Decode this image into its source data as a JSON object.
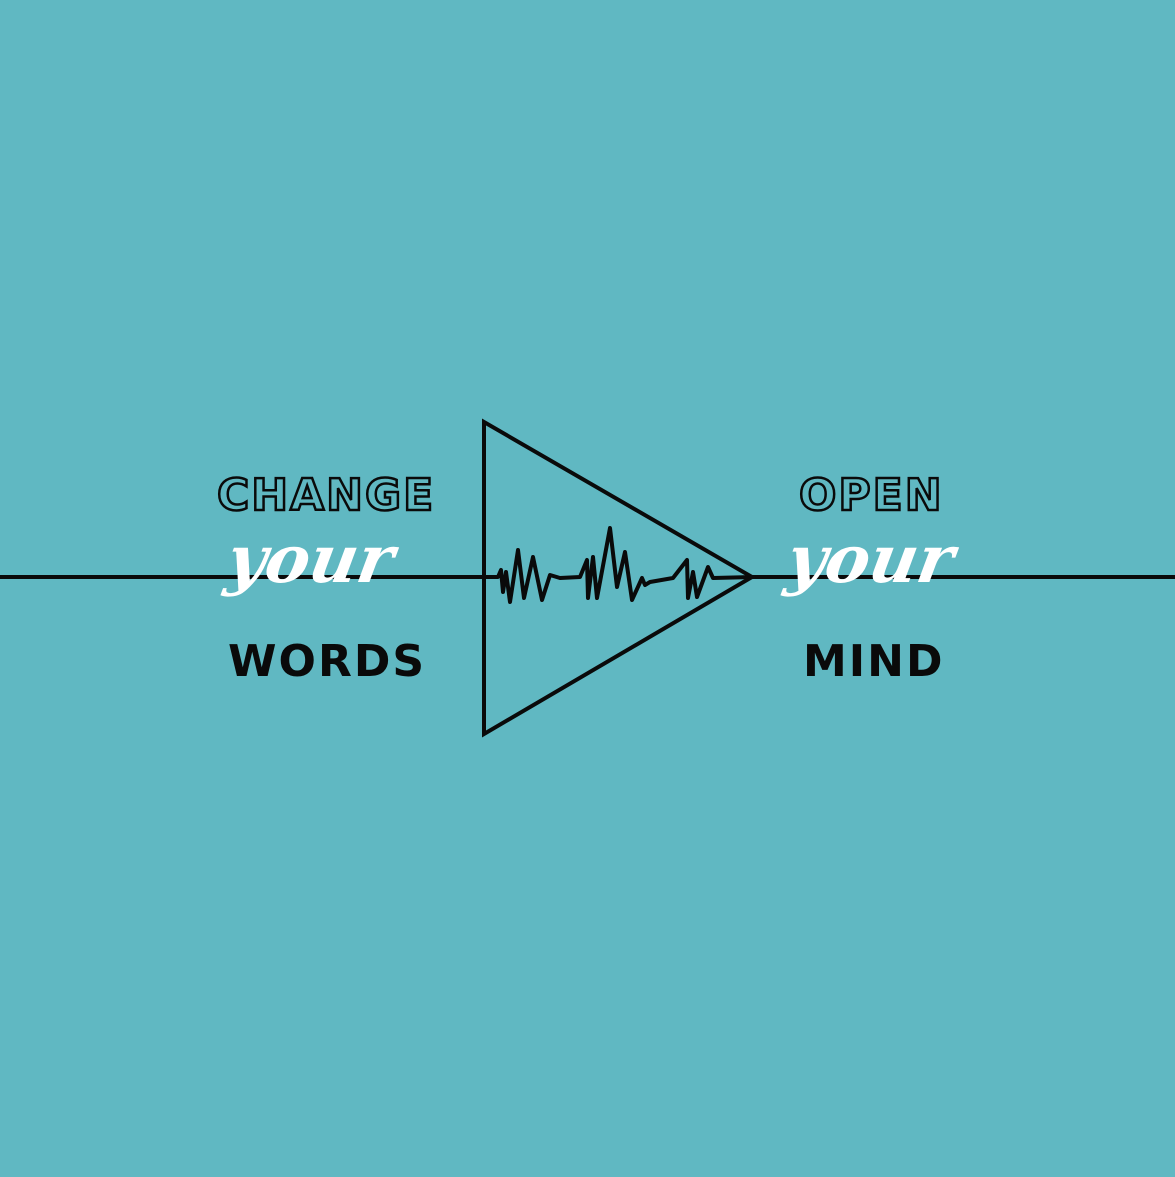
{
  "left": {
    "top": "Change",
    "middle": "your",
    "bottom": "Words"
  },
  "right": {
    "top": "Open",
    "middle": "your",
    "bottom": "Mind"
  },
  "colors": {
    "background": "#60b8c2",
    "ink": "#0a0a0a",
    "script": "#ffffff"
  }
}
